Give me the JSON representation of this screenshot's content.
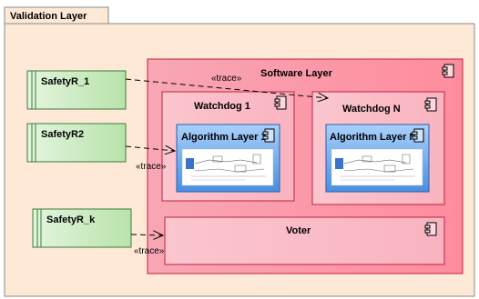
{
  "package": {
    "title": "Validation Layer"
  },
  "requirements": [
    {
      "label": "SafetyR_1"
    },
    {
      "label": "SafetyR2"
    },
    {
      "label": "SafetyR_k"
    }
  ],
  "components": {
    "software_layer": "Software Layer",
    "watchdog_1": "Watchdog 1",
    "watchdog_n": "Watchdog N",
    "algorithm_1": "Algorithm Layer 1",
    "algorithm_n": "Algorithm Layer N",
    "voter": "Voter"
  },
  "relations": {
    "trace_1": "«trace»",
    "trace_2": "«trace»",
    "trace_3": "«trace»"
  },
  "colors": {
    "package_bg": "#fde9d6",
    "package_border": "#8a8a8a",
    "component_fill": "#f7aab6",
    "component_border": "#c0203a",
    "requirement_fill": "#c7e9bd",
    "requirement_border": "#3c7a3c",
    "algorithm_fill": "#5d9de6",
    "algorithm_border": "#2a5da8"
  },
  "icons": {
    "component": "uml-component-icon",
    "thumbnail": "algorithm-diagram-thumbnail"
  }
}
